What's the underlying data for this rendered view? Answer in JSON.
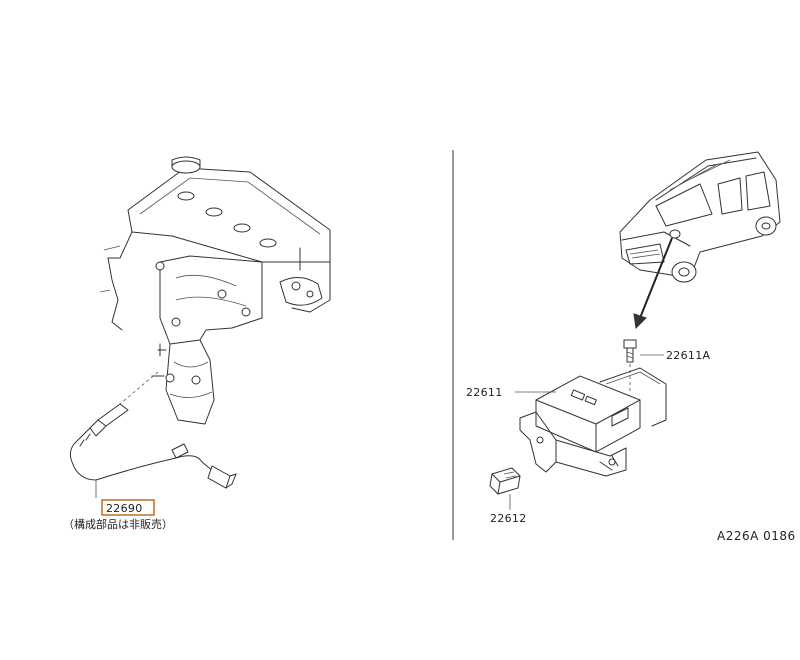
{
  "colors": {
    "highlight": "#c8742f",
    "ink": "#333333",
    "background": "#ffffff"
  },
  "left_diagram": {
    "parts": [
      {
        "id": "oxygen-sensor",
        "number": "22690",
        "highlighted": true
      }
    ],
    "note": "（構成部品は非販売）"
  },
  "right_diagram": {
    "parts": [
      {
        "id": "control-unit",
        "number": "22611"
      },
      {
        "id": "bolt",
        "number": "22611A"
      },
      {
        "id": "bracket",
        "number": "22612"
      }
    ]
  },
  "reference_code": "A226A 0186"
}
